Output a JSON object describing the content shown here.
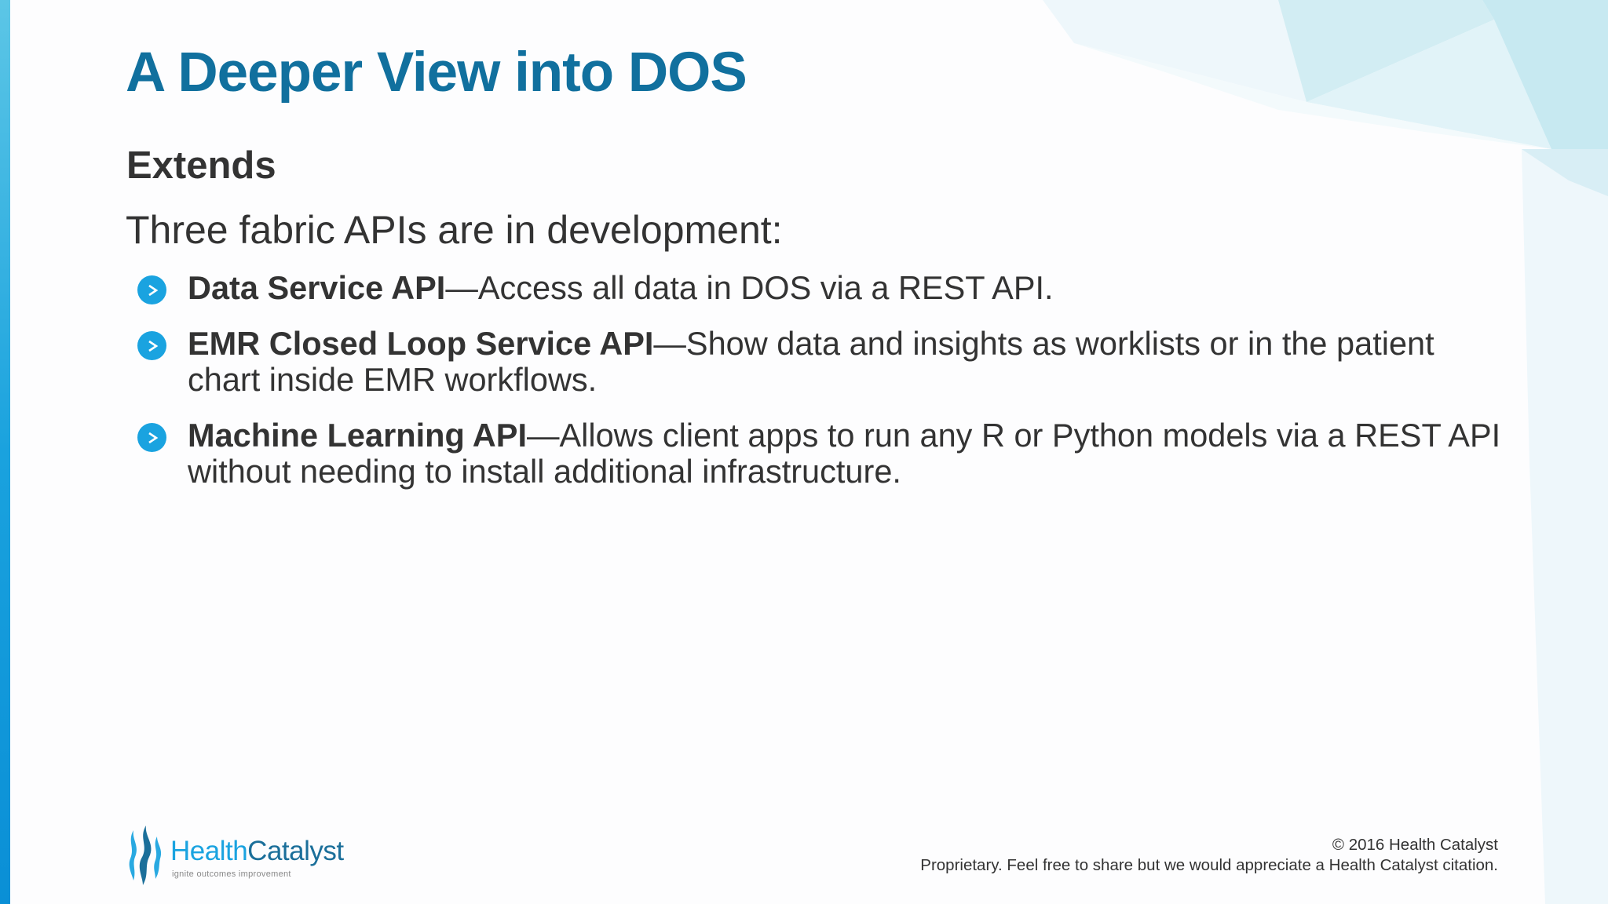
{
  "slide": {
    "title": "A Deeper View into DOS",
    "subheading": "Extends",
    "intro": "Three fabric APIs are in development:",
    "bullets": [
      {
        "icon": "chevron-right-circle-icon",
        "bold": "Data Service API",
        "text": "—Access all data in DOS via a REST API."
      },
      {
        "icon": "chevron-right-circle-icon",
        "bold": "EMR Closed Loop Service API",
        "text": "—Show data and insights as worklists or in the patient chart inside EMR workflows."
      },
      {
        "icon": "chevron-right-circle-icon",
        "bold": "Machine Learning API",
        "text": "—Allows client apps to run any R or Python models via a REST API without needing to install additional infrastructure."
      }
    ]
  },
  "footer": {
    "logo": {
      "word1": "Health",
      "word2": "Catalyst",
      "tagline": "ignite outcomes improvement",
      "icon": "flame-logo-icon"
    },
    "copyright": "© 2016 Health Catalyst",
    "notice": "Proprietary. Feel free to share but we would appreciate a Health Catalyst citation."
  },
  "colors": {
    "title": "#11709e",
    "body_text": "#333333",
    "bullet_accent": "#1aa3e0",
    "left_bar": "#1aa2de"
  }
}
